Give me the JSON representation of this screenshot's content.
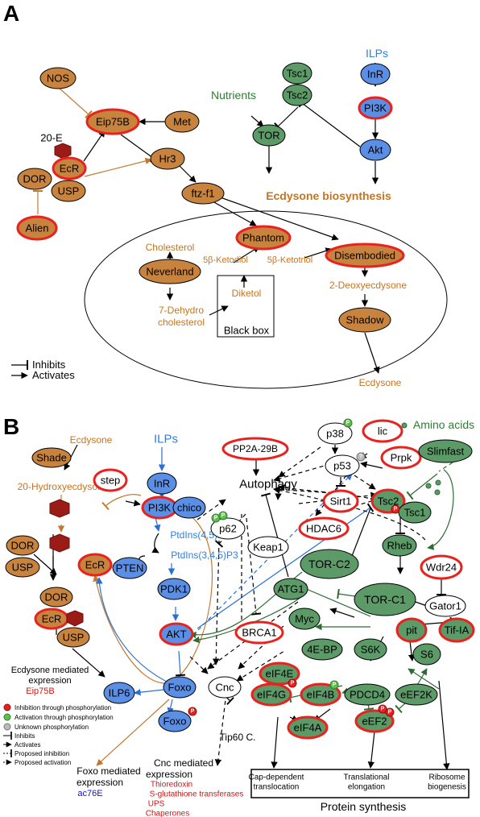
{
  "panels": {
    "a": "A",
    "b": "B"
  },
  "colors": {
    "orange_fill": "#c8843e",
    "orange_text": "#c9741d",
    "green_fill": "#5c9a68",
    "green_text": "#2e7d32",
    "blue_fill": "#5b8fe6",
    "blue_text": "#2e7fe0",
    "highlight": "#e8231f",
    "hexagon": "#9b1b17",
    "red_text": "#e01010",
    "dark_blue_text": "#1010d0"
  },
  "panel_a": {
    "nodes": {
      "nos": "NOS",
      "eip75b": "Eip75B",
      "met": "Met",
      "ecr": "EcR",
      "usp": "USP",
      "dor": "DOR",
      "alien": "Alien",
      "hr3": "Hr3",
      "ftz_f1": "ftz-f1",
      "tsc1": "Tsc1",
      "tsc2": "Tsc2",
      "tor": "TOR",
      "inr": "InR",
      "pi3k": "PI3K",
      "akt": "Akt",
      "phantom": "Phantom",
      "disembodied": "Disembodied",
      "neverland": "Neverland",
      "shadow": "Shadow"
    },
    "labels": {
      "ilps": "ILPs",
      "nutrients": "Nutrients",
      "twenty_e": "20-E",
      "ecdysone_biosynthesis": "Ecdysone biosynthesis",
      "cholesterol": "Cholesterol",
      "dehydro_line1": "7-Dehydro",
      "dehydro_line2": "cholesterol",
      "ketodiol": "5β-Ketodiol",
      "ketotriol": "5β-Ketotriol",
      "diketol": "Diketol",
      "black_box": "Black box",
      "deoxyecdysone": "2-Deoxyecdysone",
      "ecdysone": "Ecdysone"
    },
    "legend": {
      "inhibits": "Inhibits",
      "activates": "Activates"
    }
  },
  "panel_b": {
    "nodes": {
      "shade": "Shade",
      "dor": "DOR",
      "usp": "USP",
      "dor2": "DOR",
      "ecr2": "EcR",
      "usp2": "USP",
      "ecr": "EcR",
      "step": "step",
      "inr": "InR",
      "pi3k": "PI3K",
      "chico": "chico",
      "pten": "PTEN",
      "pdk1": "PDK1",
      "akt": "AKT",
      "ilp6": "ILP6",
      "foxo": "Foxo",
      "foxo2": "Foxo",
      "cnc": "Cnc",
      "p62": "p62",
      "keap1": "Keap1",
      "brca1": "BRCA1",
      "pp2a": "PP2A-29B",
      "hdac6": "HDAC6",
      "p38": "p38",
      "lic": "lic",
      "p53": "p53",
      "prpk": "Prpk",
      "sirt1": "Sirt1",
      "slimfast": "Slimfast",
      "tsc2": "Tsc2",
      "tsc1": "Tsc1",
      "rheb": "Rheb",
      "wdr24": "Wdr24",
      "gator1": "Gator1",
      "tor_c2": "TOR-C2",
      "tor_c1": "TOR-C1",
      "atg1": "ATG1",
      "myc": "Myc",
      "pit": "pit",
      "tif_ia": "Tif-IA",
      "ebp": "4E-BP",
      "s6k": "S6K",
      "s6": "S6",
      "eif4e": "eIF4E",
      "eif4g": "eIF4G",
      "eif4b": "eIF4B",
      "pdcd4": "PDCD4",
      "eef2k": "eEF2K",
      "eif4a": "eIF4A",
      "eef2": "eEF2"
    },
    "labels": {
      "ecdysone": "Ecdysone",
      "hydroxyecdysone": "20-Hydroxyecdysone",
      "ilps": "ILPs",
      "amino_acids": "Amino acids",
      "autophagy": "Autophagy",
      "pip2": "PtdIns(4,5)P2",
      "pip3": "PtdIns(3,4,5)P3",
      "tip60": "Tip60 C.",
      "ecd_expr_line1": "Ecdysone mediated",
      "ecd_expr_line2": "expression",
      "ecd_expr_gene": "Eip75B",
      "foxo_expr_line1": "Foxo mediated",
      "foxo_expr_line2": "expression",
      "foxo_expr_gene": "ac76E",
      "cnc_expr_line1": "Cnc mediated",
      "cnc_expr_line2": "expression",
      "cnc_genes": [
        "Thioredoxin",
        "S-glutathione transferases",
        "UPS",
        "Chaperones"
      ],
      "phospho_p": "P",
      "phospho_u": "?",
      "cap_line1": "Cap-dependent",
      "cap_line2": "translocation",
      "trans_line1": "Translational",
      "trans_line2": "elongation",
      "ribo_line1": "Ribosome",
      "ribo_line2": "biogenesis",
      "protein_synthesis": "Protein synthesis"
    },
    "legend": [
      "Inhibition through phosphorylation",
      "Activation through phosphorylation",
      "Unknown phosphorylation",
      "Inhibits",
      "Activates",
      "Proposed inhibition",
      "Proposed activation"
    ]
  }
}
